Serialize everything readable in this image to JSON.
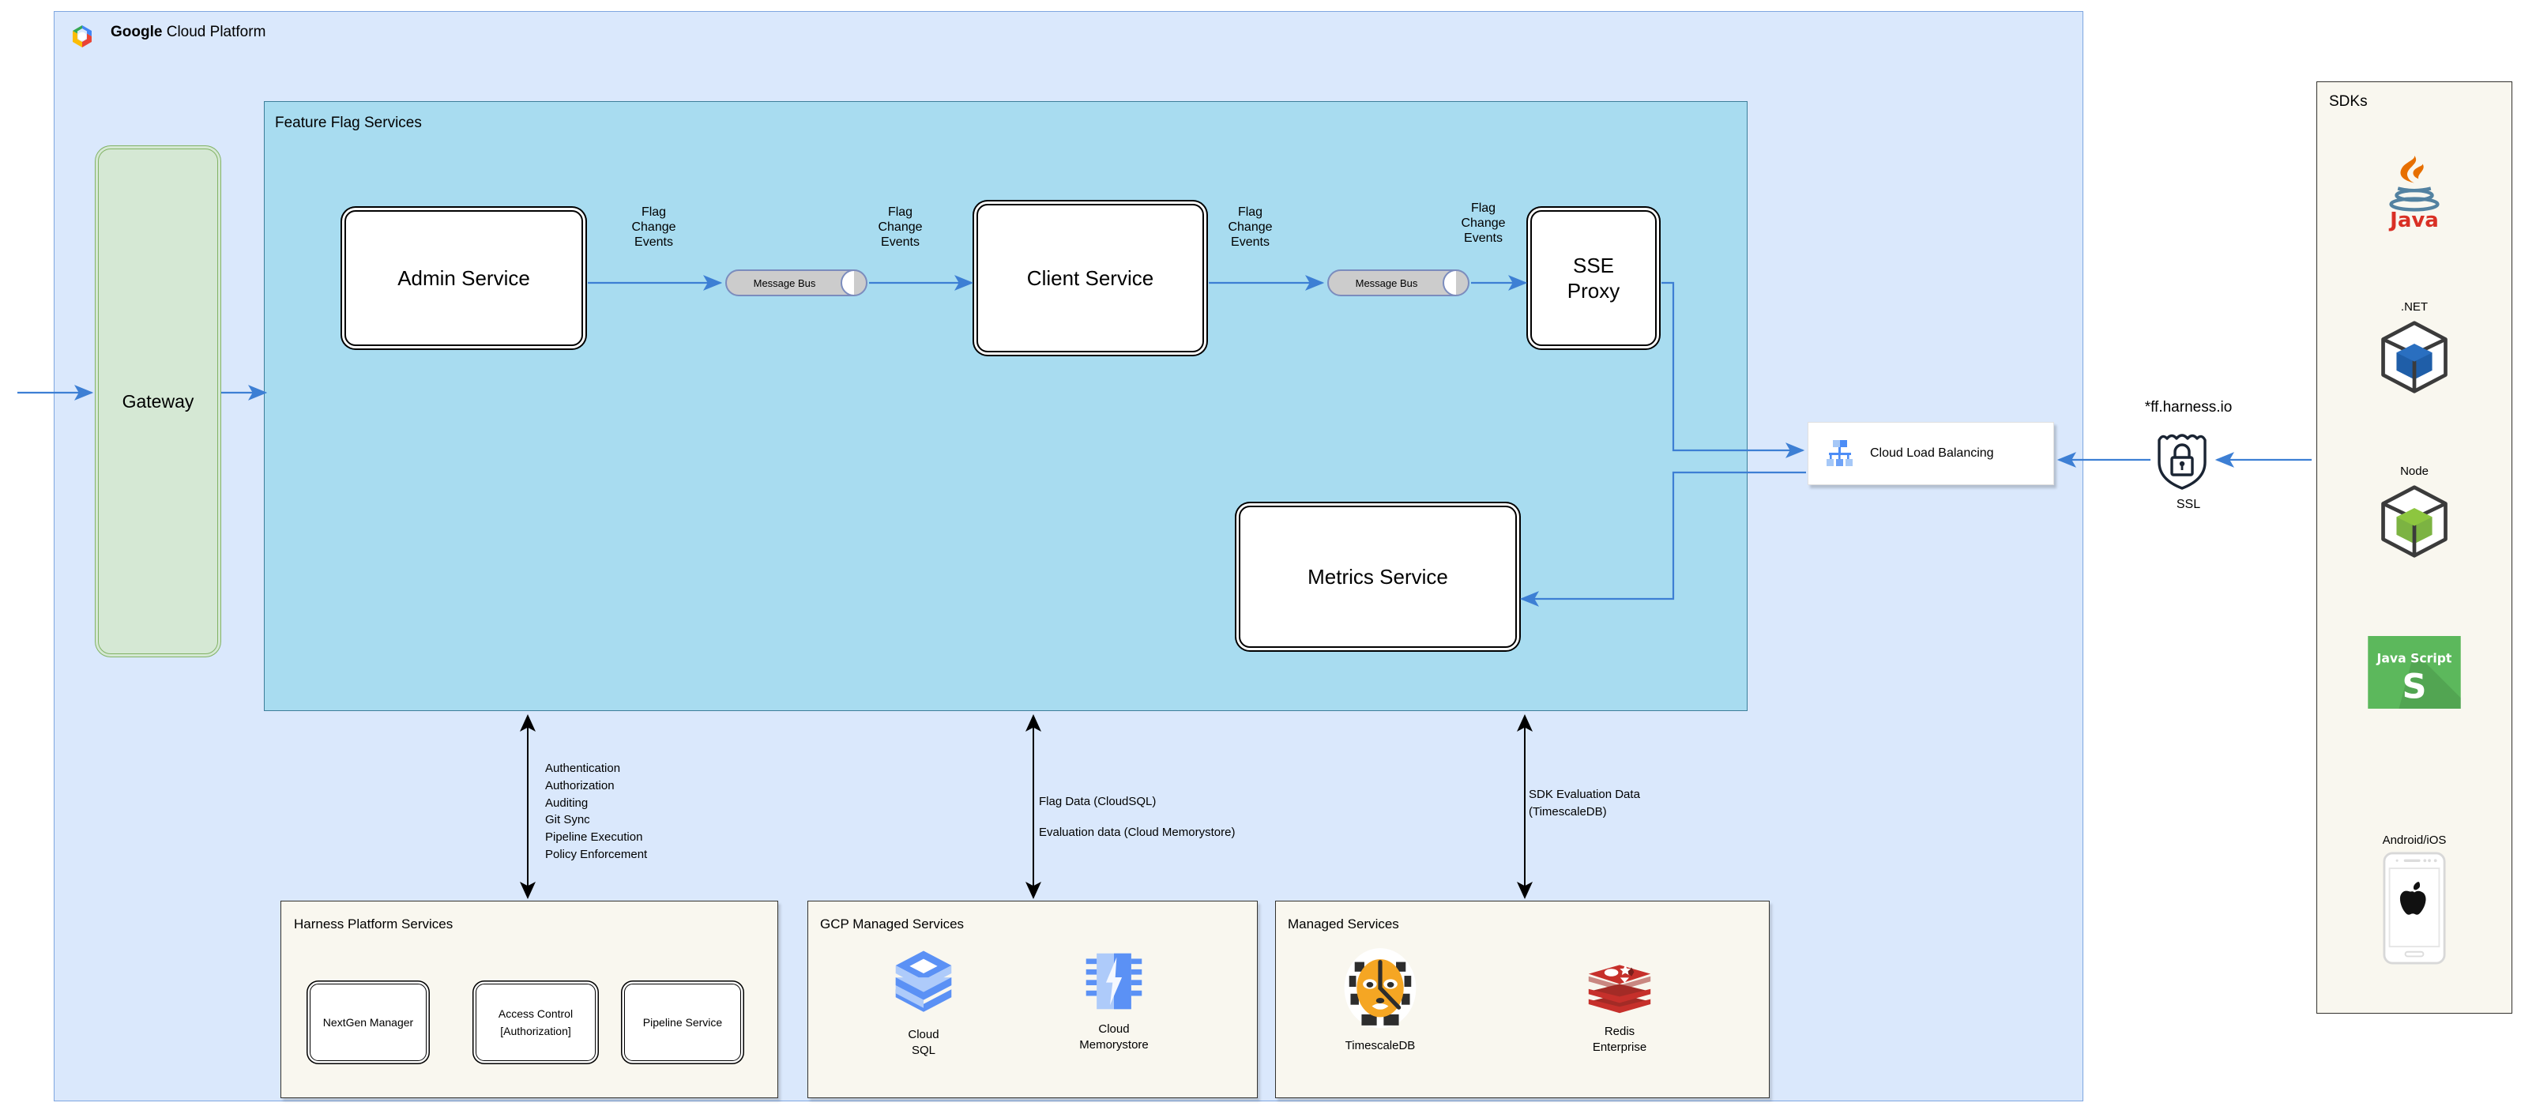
{
  "gcp": {
    "title_bold": "Google",
    "title_rest": " Cloud Platform",
    "logo_icon": "google-cloud-logo"
  },
  "feature_flag_services": {
    "title": "Feature Flag Services",
    "nodes": {
      "admin_service": "Admin Service",
      "client_service": "Client Service",
      "sse_proxy": "SSE\nProxy",
      "metrics_service": "Metrics Service"
    },
    "message_bus_1": "Message Bus",
    "message_bus_2": "Message Bus",
    "edge_labels": {
      "fce_1": "Flag\nChange\nEvents",
      "fce_2": "Flag\nChange\nEvents",
      "fce_3": "Flag\nChange\nEvents",
      "fce_4": "Flag\nChange\nEvents"
    }
  },
  "gateway": {
    "label": "Gateway"
  },
  "load_balancer": {
    "label": "Cloud Load Balancing",
    "icon": "cloud-load-balancing-icon"
  },
  "ssl": {
    "domain": "*ff.harness.io",
    "label": "SSL",
    "icon": "shield-lock-icon"
  },
  "sdks": {
    "title": "SDKs",
    "items": [
      {
        "caption": "",
        "name": "Java",
        "icon": "java-logo"
      },
      {
        "caption": ".NET",
        "name": ".NET",
        "icon": "dotnet-cube-icon"
      },
      {
        "caption": "Node",
        "name": "Node",
        "icon": "node-cube-icon"
      },
      {
        "caption": "",
        "name": "Java Script",
        "icon": "javascript-logo"
      },
      {
        "caption": "Android/iOS",
        "name": "Android/iOS",
        "icon": "mobile-apple-icon"
      }
    ]
  },
  "annotations": {
    "harness": "Authentication\nAuthorization\nAuditing\nGit Sync\nPipeline Execution\nPolicy Enforcement",
    "gcp_data": "Flag Data (CloudSQL)\nEvaluation data (Cloud Memorystore)",
    "managed_data": "SDK Evaluation Data\n(TimescaleDB)"
  },
  "panels": {
    "harness_platform": {
      "title": "Harness Platform Services",
      "services": [
        "NextGen Manager",
        "Access Control\n[Authorization]",
        "Pipeline Service"
      ]
    },
    "gcp_managed": {
      "title": "GCP Managed Services",
      "services": [
        {
          "label": "Cloud\nSQL",
          "icon": "cloud-sql-icon"
        },
        {
          "label": "Cloud\nMemorystore",
          "icon": "cloud-memorystore-icon"
        }
      ]
    },
    "managed": {
      "title": "Managed Services",
      "services": [
        {
          "label": "TimescaleDB",
          "icon": "timescaledb-tiger-icon"
        },
        {
          "label": "Redis\nEnterprise",
          "icon": "redis-logo"
        }
      ]
    }
  },
  "colors": {
    "gcp_bg": "#dae8fc",
    "gcp_border": "#7ea6e0",
    "ffs_bg": "#a8dcf0",
    "ffs_border": "#3d7e9a",
    "panel_bg": "#f9f7ef",
    "gateway_bg": "#d5e8d4",
    "gateway_border": "#82b366",
    "arrow_blue": "#3d7fd4",
    "arrow_black": "#000000"
  }
}
